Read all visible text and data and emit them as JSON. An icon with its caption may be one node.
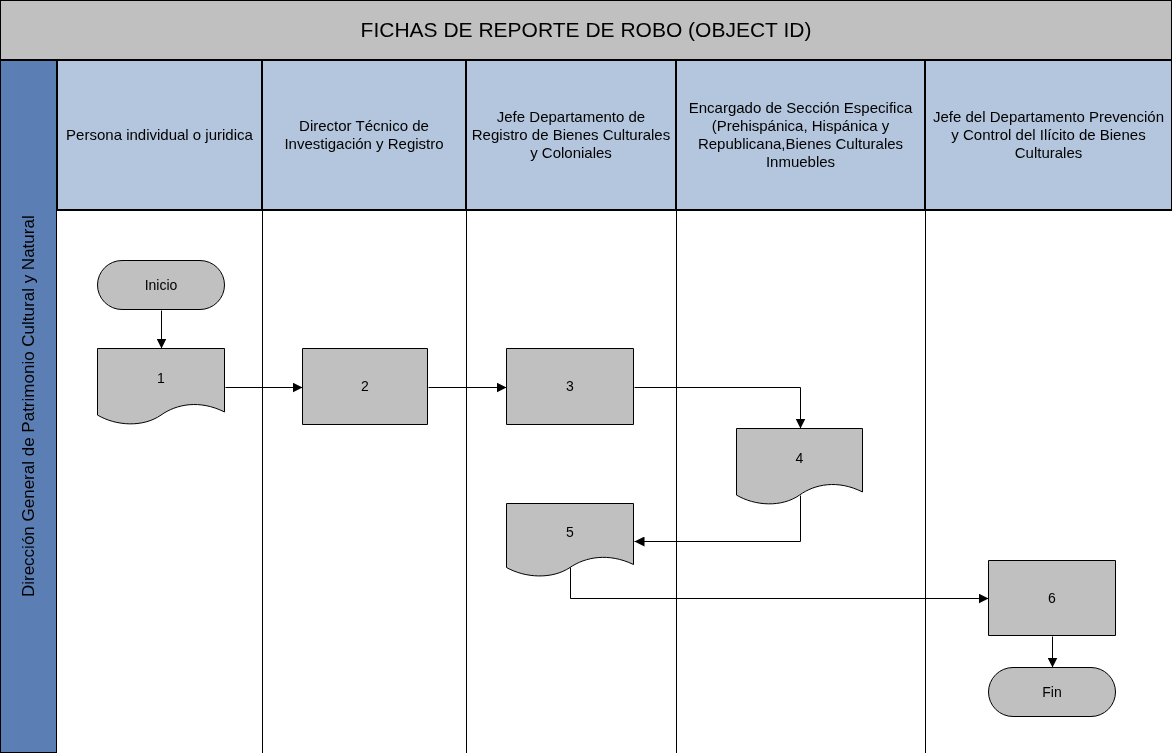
{
  "diagram": {
    "title": "FICHAS DE REPORTE DE ROBO (OBJECT ID)",
    "nodes": [
      {
        "text": [
          "Dirección General de Patrimonio Cultural y Natural"
        ]
      },
      {
        "text": [
          "Persona individual o juridica"
        ]
      },
      {
        "text": [
          "Director Técnico de Investigación y Registro"
        ]
      },
      {
        "text": [
          "Jefe Departamento de Registro de Bienes Culturales y Coloniales"
        ]
      },
      {
        "text": [
          "Encargado de Sección Especifica (Prehispánica, Hispánica y Republicana,Bienes Culturales Inmuebles"
        ]
      },
      {
        "text": [
          "Jefe del Departamento Prevención y Control del Ilícito de Bienes Culturales"
        ]
      },
      {
        "text": [
          "Inicio"
        ]
      },
      {
        "text": [
          "1"
        ]
      },
      {
        "text": [
          "2"
        ]
      },
      {
        "text": [
          "3"
        ]
      },
      {
        "text": [
          "4"
        ]
      },
      {
        "text": [
          "5"
        ]
      },
      {
        "text": [
          "6"
        ]
      },
      {
        "text": [
          "Fin"
        ]
      }
    ],
    "edges": [
      {
        "from": 6,
        "to": 7,
        "arrow": "to"
      },
      {
        "from": 7,
        "to": 8,
        "arrow": "to"
      },
      {
        "from": 8,
        "to": 9,
        "arrow": "to"
      },
      {
        "from": 9,
        "to": 10,
        "arrow": "to"
      },
      {
        "from": 10,
        "to": 11,
        "arrow": "to"
      },
      {
        "from": 11,
        "to": 12,
        "arrow": "to"
      },
      {
        "from": 12,
        "to": 13,
        "arrow": "to"
      }
    ]
  }
}
